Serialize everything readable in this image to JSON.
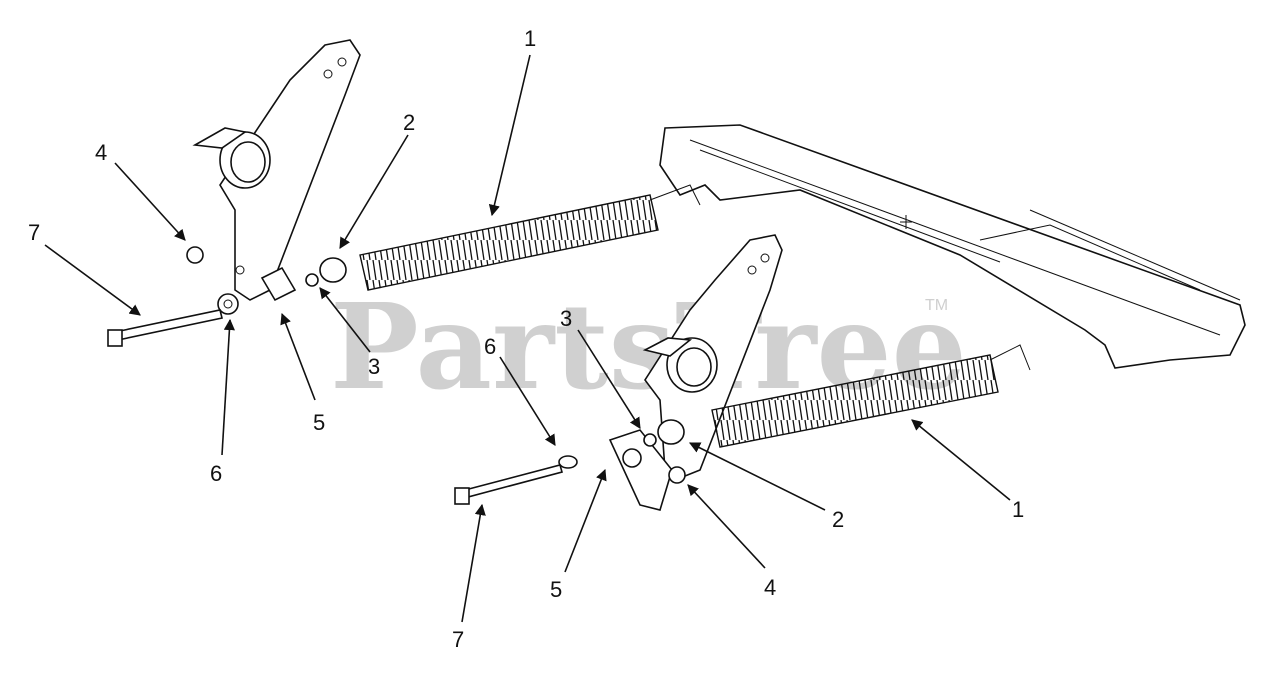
{
  "watermark": {
    "text": "PartsTree",
    "trademark": "TM"
  },
  "callouts": [
    {
      "label": "1"
    },
    {
      "label": "2"
    },
    {
      "label": "4"
    },
    {
      "label": "7"
    },
    {
      "label": "3"
    },
    {
      "label": "5"
    },
    {
      "label": "6"
    },
    {
      "label": "3"
    },
    {
      "label": "6"
    },
    {
      "label": "2"
    },
    {
      "label": "1"
    },
    {
      "label": "5"
    },
    {
      "label": "4"
    },
    {
      "label": "7"
    }
  ]
}
